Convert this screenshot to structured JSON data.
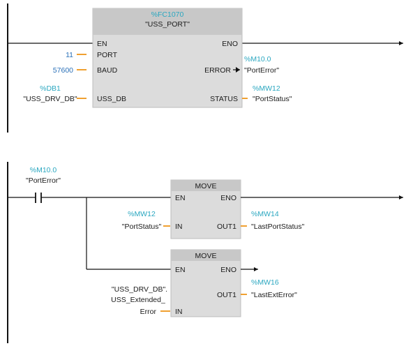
{
  "network1": {
    "block": {
      "address": "%FC1070",
      "name": "\"USS_PORT\"",
      "pins_left": [
        "EN",
        "PORT",
        "BAUD",
        "USS_DB"
      ],
      "pins_right": [
        "ENO",
        "ERROR",
        "STATUS"
      ]
    },
    "port_value": "11",
    "baud_value": "57600",
    "uss_db": {
      "address": "%DB1",
      "name": "\"USS_DRV_DB\""
    },
    "error_out": {
      "address": "%M10.0",
      "name": "\"PortError\""
    },
    "status_out": {
      "address": "%MW12",
      "name": "\"PortStatus\""
    }
  },
  "network2": {
    "contact": {
      "address": "%M10.0",
      "name": "\"PortError\""
    },
    "move1": {
      "title": "MOVE",
      "en": "EN",
      "eno": "ENO",
      "in": "IN",
      "out": "OUT1",
      "in_operand": {
        "address": "%MW12",
        "name": "\"PortStatus\""
      },
      "out_operand": {
        "address": "%MW14",
        "name": "\"LastPortStatus\""
      }
    },
    "move2": {
      "title": "MOVE",
      "en": "EN",
      "eno": "ENO",
      "in": "IN",
      "out": "OUT1",
      "in_operand": [
        "\"USS_DRV_DB\".",
        "USS_Extended_",
        "Error"
      ],
      "out_operand": {
        "address": "%MW16",
        "name": "\"LastExtError\""
      }
    }
  },
  "colors": {
    "address": "#2aa7c0",
    "constant": "#2a70b8",
    "connector": "#f0a030",
    "block": "#dcdcdc"
  }
}
